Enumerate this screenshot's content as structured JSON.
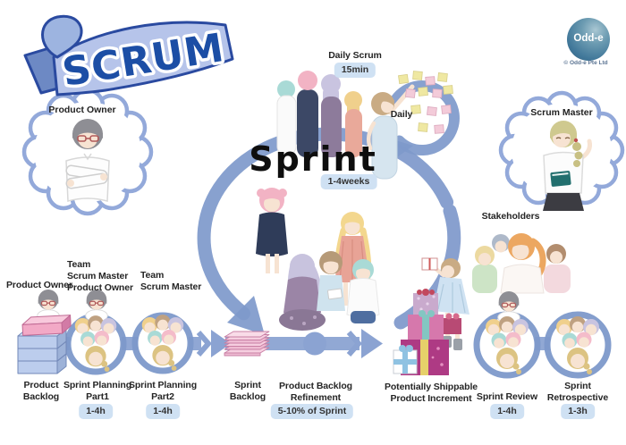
{
  "banner": {
    "title": "SCRUM"
  },
  "logo": {
    "name": "Odd-e",
    "copyright": "© Odd-e Pte Ltd"
  },
  "roles": {
    "product_owner": "Product Owner",
    "scrum_master": "Scrum Master",
    "stakeholders": "Stakeholders",
    "product_owner_bottom": "Product Owner",
    "team_sm_po": "Team\nScrum Master\nProduct Owner",
    "team_sm": "Team\nScrum Master"
  },
  "sprint": {
    "title": "Sprint",
    "duration_badge": "1-4weeks"
  },
  "daily_scrum": {
    "title": "Daily Scrum",
    "duration_badge": "15min",
    "loop_label": "Daily"
  },
  "flow": {
    "product_backlog": {
      "label": "Product\nBacklog"
    },
    "sprint_planning_1": {
      "label": "Sprint Planning\nPart1",
      "duration_badge": "1-4h"
    },
    "sprint_planning_2": {
      "label": "Sprint Planning\nPart2",
      "duration_badge": "1-4h"
    },
    "sprint_backlog": {
      "label": "Sprint\nBacklog"
    },
    "refinement": {
      "label": "Product Backlog\nRefinement",
      "duration_badge": "5-10% of Sprint"
    },
    "increment": {
      "label": "Potentially Shippable\nProduct Increment"
    },
    "sprint_review": {
      "label": "Sprint Review",
      "duration_badge": "1-4h"
    },
    "retrospective": {
      "label": "Sprint\nRetrospective",
      "duration_badge": "1-3h"
    }
  },
  "colors": {
    "flow_blue": "#7e99cb",
    "badge_bg": "#cfe1f3",
    "ribbon_fill": "#b6c4ea",
    "ribbon_stroke": "#2a4aa0",
    "ribbon_text": "#1c4ea5",
    "sticky_yellow": "#efe8a2",
    "sticky_pink": "#f3cbd9"
  }
}
